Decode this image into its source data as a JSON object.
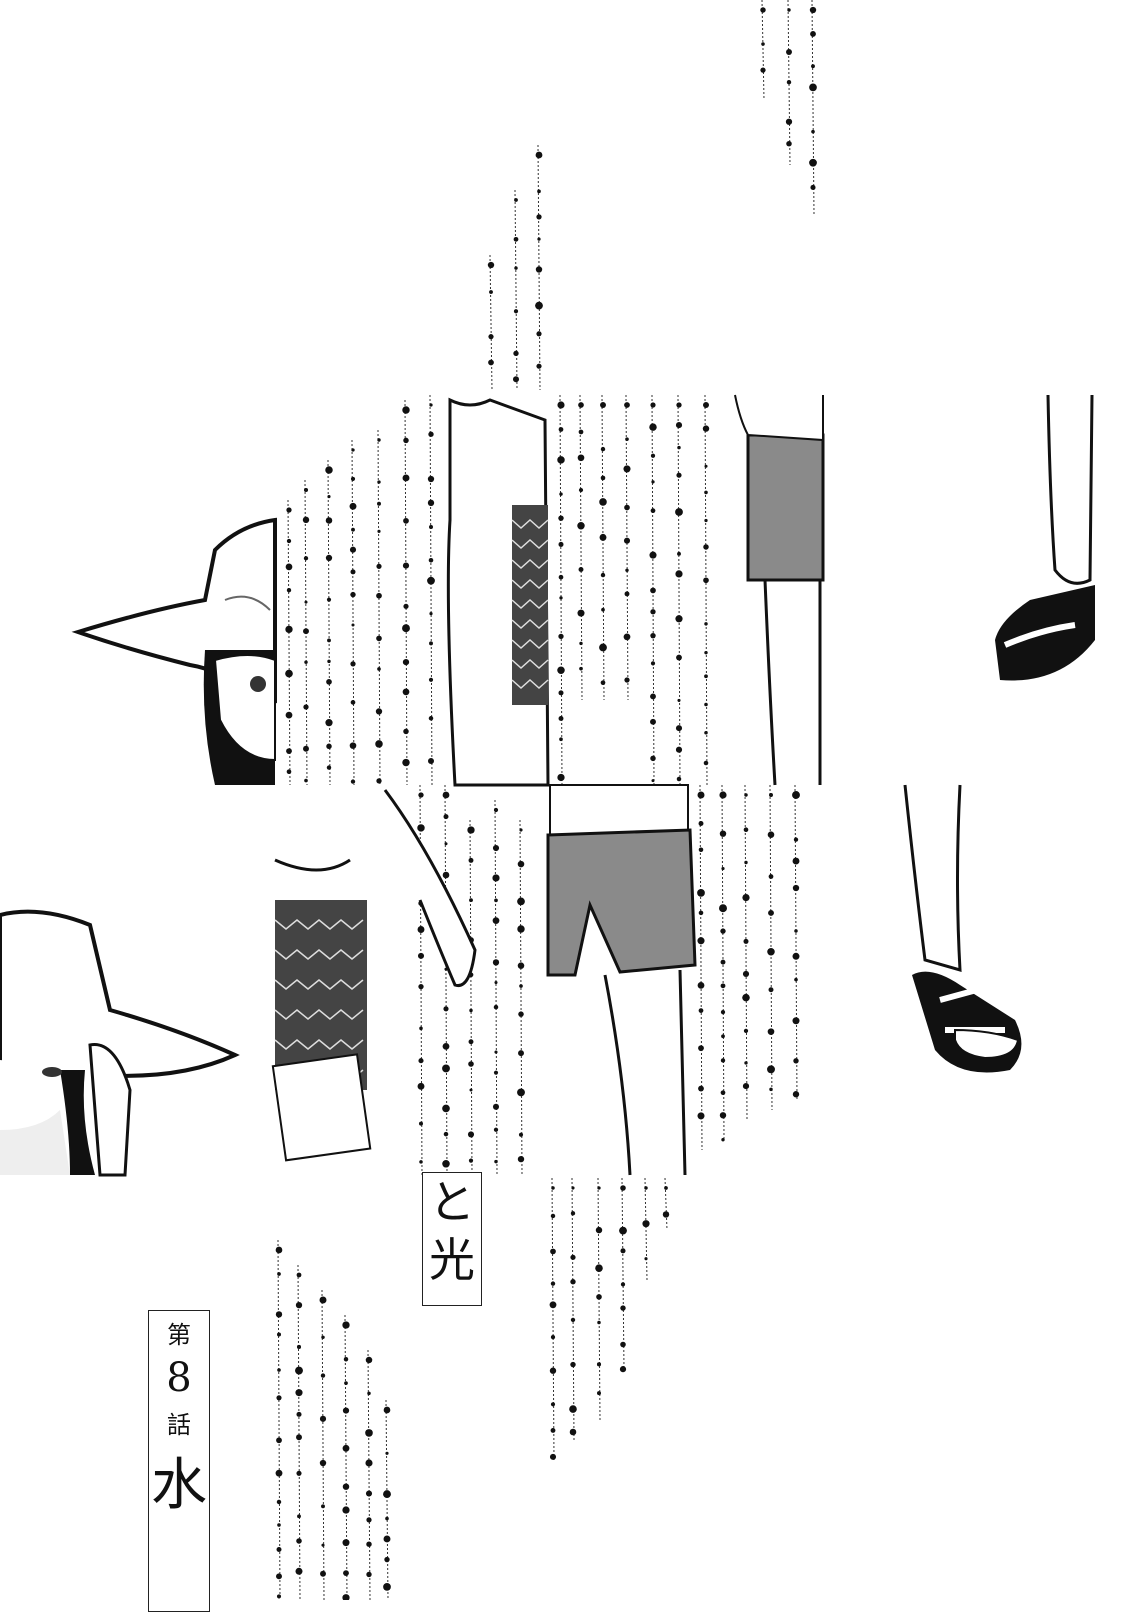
{
  "page": {
    "title_upper": [
      "と",
      "光"
    ],
    "chapter": {
      "prefix": "第",
      "number": "8",
      "suffix": "話",
      "title_char": "水"
    }
  },
  "colors": {
    "ink": "#111111",
    "screentone": "#8a8a8a",
    "paper": "#ffffff"
  }
}
